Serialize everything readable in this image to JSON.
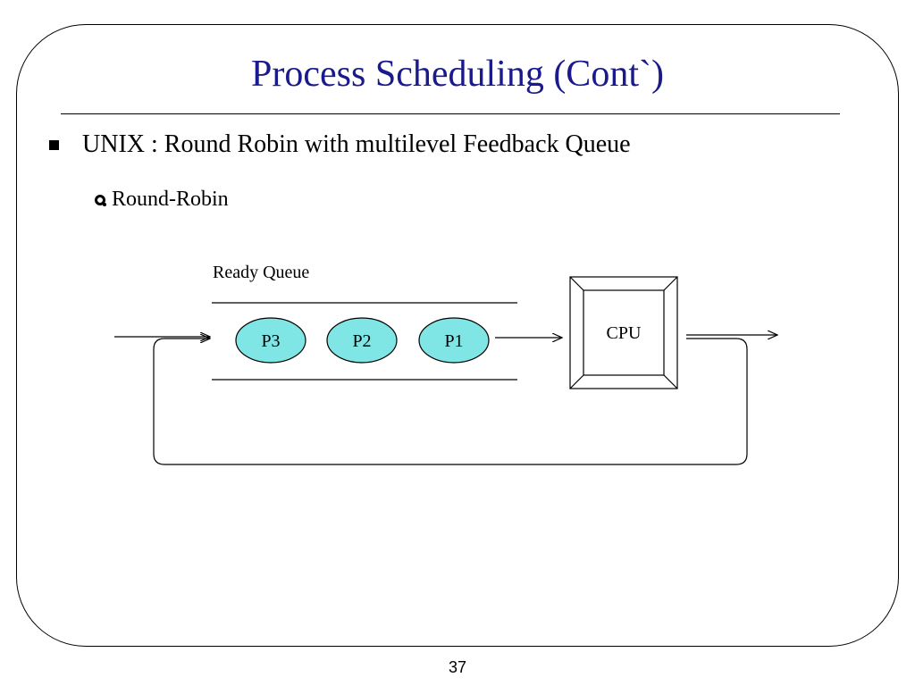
{
  "slide": {
    "title": "Process Scheduling (Cont`)",
    "bullet_main": "UNIX : Round Robin with multilevel Feedback Queue",
    "bullet_sub": "Round-Robin",
    "page_number": "37"
  },
  "diagram": {
    "queue_label": "Ready Queue",
    "processes": [
      "P3",
      "P2",
      "P1"
    ],
    "cpu_label": "CPU"
  },
  "colors": {
    "title": "#1a1a8c",
    "process_fill": "#7fe5e5",
    "stroke": "#000000"
  },
  "icons": {
    "main_bullet": "square-bullet-icon",
    "sub_bullet": "circle-bullet-icon"
  }
}
